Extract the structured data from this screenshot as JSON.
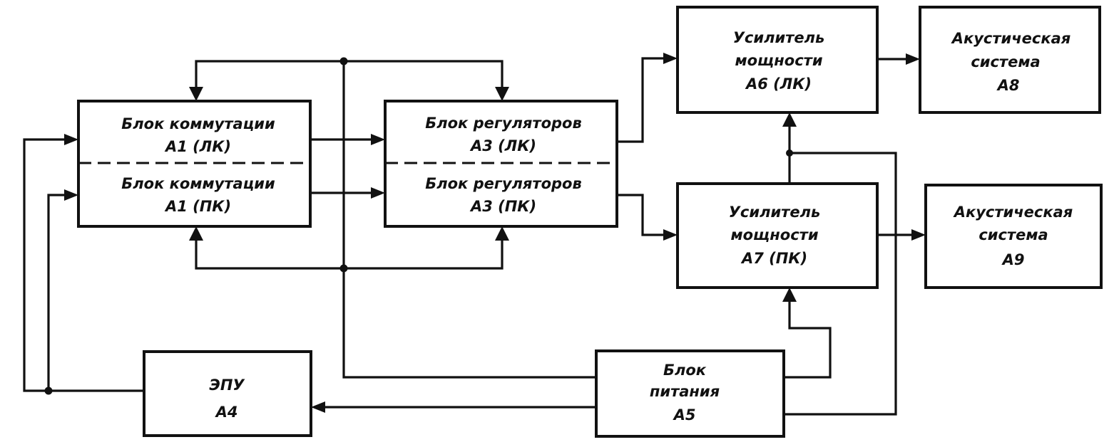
{
  "blocks": {
    "a1_lk": {
      "line1": "Блок коммутации",
      "line2": "А1 (ЛК)"
    },
    "a1_pk": {
      "line1": "Блок коммутации",
      "line2": "А1 (ПК)"
    },
    "a3_lk": {
      "line1": "Блок регуляторов",
      "line2": "А3 (ЛК)"
    },
    "a3_pk": {
      "line1": "Блок регуляторов",
      "line2": "А3 (ПК)"
    },
    "a6": {
      "line1": "Усилитель",
      "line2": "мощности",
      "line3": "А6 (ЛК)"
    },
    "a7": {
      "line1": "Усилитель",
      "line2": "мощности",
      "line3": "А7 (ПК)"
    },
    "a8": {
      "line1": "Акустическая",
      "line2": "система",
      "line3": "А8"
    },
    "a9": {
      "line1": "Акустическая",
      "line2": "система",
      "line3": "А9"
    },
    "a4": {
      "line1": "ЭПУ",
      "line2": "А4"
    },
    "a5": {
      "line1": "Блок",
      "line2": "питания",
      "line3": "А5"
    }
  },
  "colors": {
    "ink": "#111111",
    "paper": "#ffffff"
  }
}
